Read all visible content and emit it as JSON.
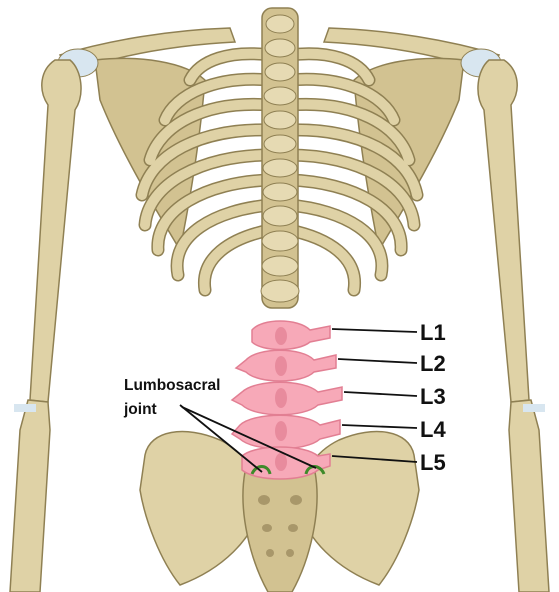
{
  "figure": {
    "labels": {
      "l1": "L1",
      "l2": "L2",
      "l3": "L3",
      "l4": "L4",
      "l5": "L5",
      "joint_line1": "Lumbosacral",
      "joint_line2": "joint"
    },
    "colors": {
      "bone": "#dfd2a6",
      "bone_shadow": "#b8a877",
      "bone_outline": "#8f8053",
      "lumbar": "#f7a9b8",
      "lumbar_dark": "#e27f93",
      "joint_outline": "#3f8a2a",
      "cartilage": "#d8e6f0",
      "leader_line": "#111111"
    }
  }
}
